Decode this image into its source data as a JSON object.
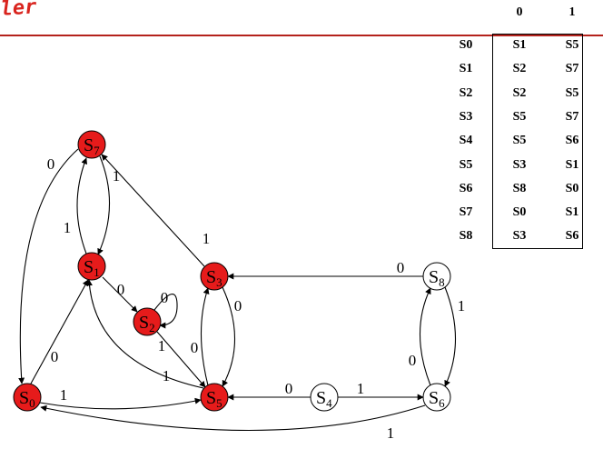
{
  "header": {
    "fragment": "ler"
  },
  "table": {
    "columns": [
      "0",
      "1"
    ],
    "rows": [
      {
        "state": "S0",
        "on0": "S1",
        "on1": "S5"
      },
      {
        "state": "S1",
        "on0": "S2",
        "on1": "S7"
      },
      {
        "state": "S2",
        "on0": "S2",
        "on1": "S5"
      },
      {
        "state": "S3",
        "on0": "S5",
        "on1": "S7"
      },
      {
        "state": "S4",
        "on0": "S5",
        "on1": "S6"
      },
      {
        "state": "S5",
        "on0": "S3",
        "on1": "S1"
      },
      {
        "state": "S6",
        "on0": "S8",
        "on1": "S0"
      },
      {
        "state": "S7",
        "on0": "S0",
        "on1": "S1"
      },
      {
        "state": "S8",
        "on0": "S3",
        "on1": "S6"
      }
    ]
  },
  "diagram": {
    "colors": {
      "highlight": "#e61b1b",
      "plain": "#ffffff",
      "edge": "#000000",
      "divider": "#b4221c"
    },
    "nodes": [
      {
        "id": "S0",
        "base": "S",
        "sub": "0",
        "highlighted": true
      },
      {
        "id": "S1",
        "base": "S",
        "sub": "1",
        "highlighted": true
      },
      {
        "id": "S2",
        "base": "S",
        "sub": "2",
        "highlighted": true
      },
      {
        "id": "S3",
        "base": "S",
        "sub": "3",
        "highlighted": true
      },
      {
        "id": "S4",
        "base": "S",
        "sub": "4",
        "highlighted": false
      },
      {
        "id": "S5",
        "base": "S",
        "sub": "5",
        "highlighted": true
      },
      {
        "id": "S6",
        "base": "S",
        "sub": "6",
        "highlighted": false
      },
      {
        "id": "S7",
        "base": "S",
        "sub": "7",
        "highlighted": true
      },
      {
        "id": "S8",
        "base": "S",
        "sub": "8",
        "highlighted": false
      }
    ],
    "edges": [
      {
        "from": "S0",
        "to": "S1",
        "label": "0"
      },
      {
        "from": "S0",
        "to": "S5",
        "label": "1"
      },
      {
        "from": "S1",
        "to": "S2",
        "label": "0"
      },
      {
        "from": "S1",
        "to": "S7",
        "label": "1"
      },
      {
        "from": "S2",
        "to": "S2",
        "label": "0"
      },
      {
        "from": "S2",
        "to": "S5",
        "label": "1"
      },
      {
        "from": "S3",
        "to": "S5",
        "label": "0"
      },
      {
        "from": "S3",
        "to": "S7",
        "label": "1"
      },
      {
        "from": "S4",
        "to": "S5",
        "label": "0"
      },
      {
        "from": "S4",
        "to": "S6",
        "label": "1"
      },
      {
        "from": "S5",
        "to": "S3",
        "label": "0"
      },
      {
        "from": "S5",
        "to": "S1",
        "label": "1"
      },
      {
        "from": "S6",
        "to": "S8",
        "label": "0"
      },
      {
        "from": "S6",
        "to": "S0",
        "label": "1"
      },
      {
        "from": "S7",
        "to": "S0",
        "label": "0"
      },
      {
        "from": "S7",
        "to": "S1",
        "label": "1"
      },
      {
        "from": "S8",
        "to": "S3",
        "label": "0"
      },
      {
        "from": "S8",
        "to": "S6",
        "label": "1"
      }
    ]
  }
}
